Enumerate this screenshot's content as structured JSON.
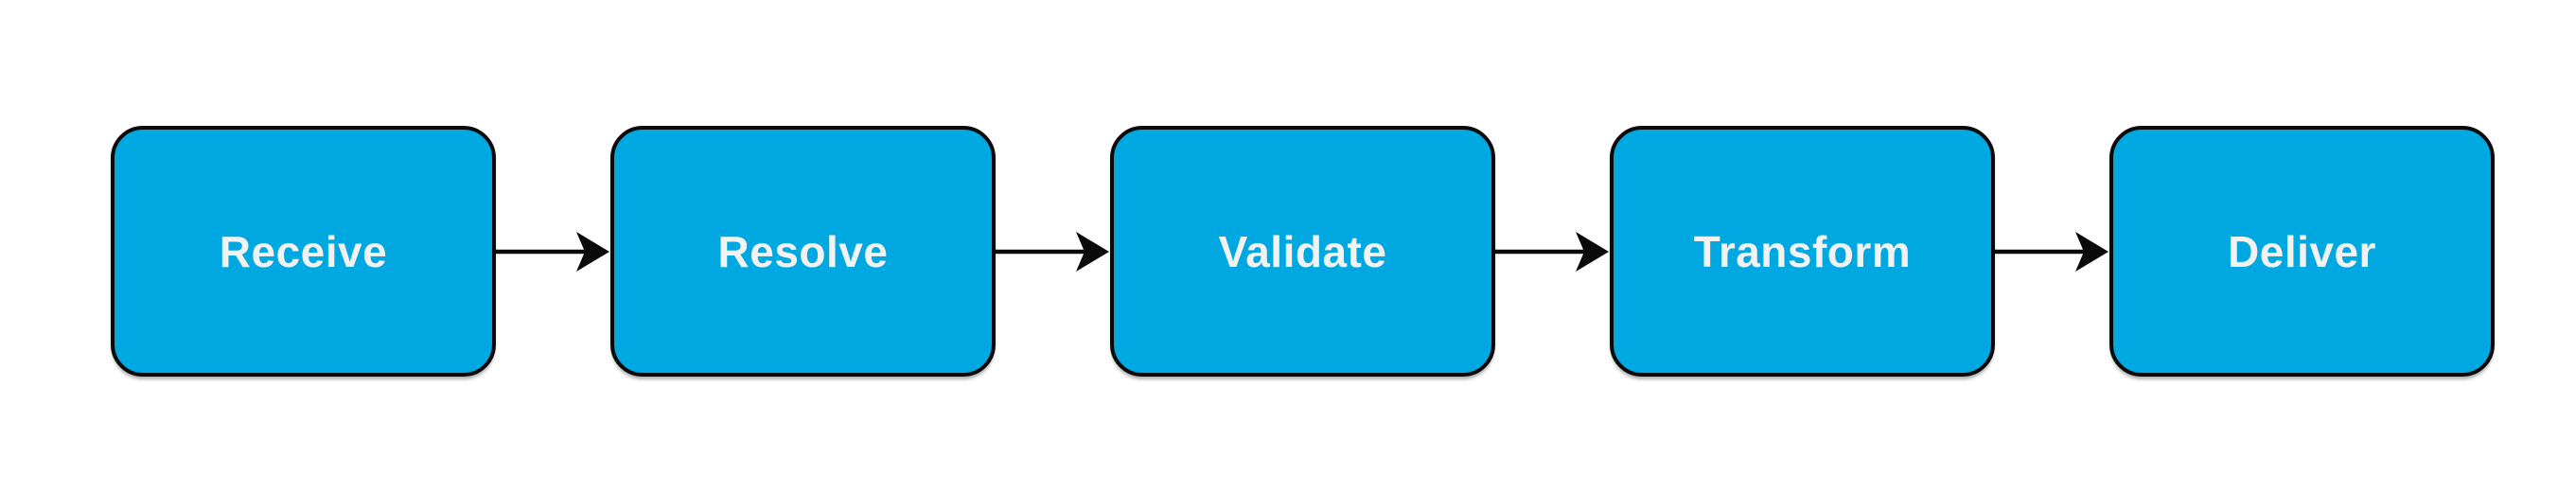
{
  "diagram": {
    "type": "flowchart",
    "direction": "left-to-right",
    "nodes": [
      {
        "id": "receive",
        "label": "Receive"
      },
      {
        "id": "resolve",
        "label": "Resolve"
      },
      {
        "id": "validate",
        "label": "Validate"
      },
      {
        "id": "transform",
        "label": "Transform"
      },
      {
        "id": "deliver",
        "label": "Deliver"
      }
    ],
    "edges": [
      {
        "from": "receive",
        "to": "resolve"
      },
      {
        "from": "resolve",
        "to": "validate"
      },
      {
        "from": "validate",
        "to": "transform"
      },
      {
        "from": "transform",
        "to": "deliver"
      }
    ]
  },
  "colors": {
    "canvas-bg": "#ffffff",
    "node-fill": "#00a8e1",
    "node-border": "#0a0a0a",
    "node-text": "#f2f2f2",
    "arrow": "#0a0a0a"
  }
}
